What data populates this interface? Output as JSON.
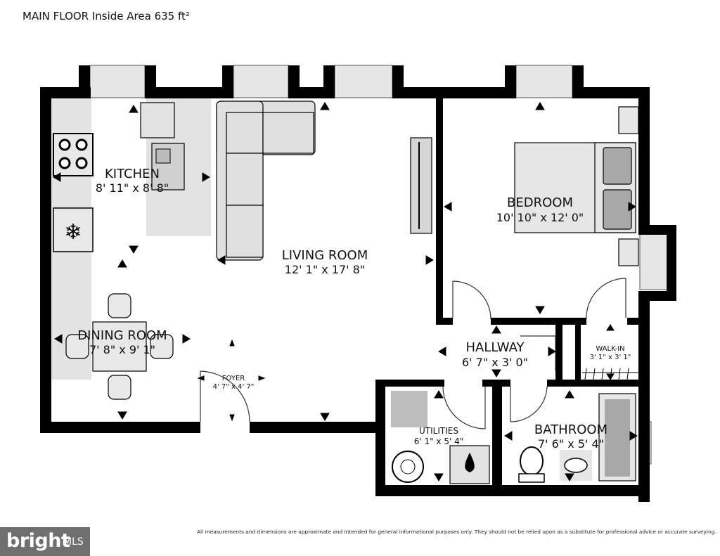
{
  "header": {
    "title": "MAIN FLOOR Inside Area 635 ft²"
  },
  "rooms": {
    "kitchen": {
      "name": "KITCHEN",
      "dims": "8' 11\" x 8' 8\""
    },
    "living": {
      "name": "LIVING ROOM",
      "dims": "12' 1\" x 17' 8\""
    },
    "bedroom": {
      "name": "BEDROOM",
      "dims": "10' 10\" x 12' 0\""
    },
    "dining": {
      "name": "DINING ROOM",
      "dims": "7' 8\" x 9' 1\""
    },
    "hallway": {
      "name": "HALLWAY",
      "dims": "6' 7\" x 3' 0\""
    },
    "foyer": {
      "name": "FOYER",
      "dims": "4' 7\" x 4' 7\""
    },
    "walkin": {
      "name": "WALK-IN",
      "dims": "3' 1\" x 3' 1\""
    },
    "utilities": {
      "name": "UTILITIES",
      "dims": "6' 1\" x 5' 4\""
    },
    "bathroom": {
      "name": "BATHROOM",
      "dims": "7' 6\" x 5' 4\""
    }
  },
  "footer": {
    "disclaimer": "All measurements and dimensions are approximate and intended for general informational purposes only. They should not be relied upon as a substitute for professional advice or accurate surveying.",
    "logo_text": "bright",
    "logo_suffix": "MLS"
  },
  "colors": {
    "wall": "#000000",
    "fixture": "#d9d9d9",
    "fixture_dark": "#a8a8a8",
    "logo_bg": "#6f6f6f"
  }
}
